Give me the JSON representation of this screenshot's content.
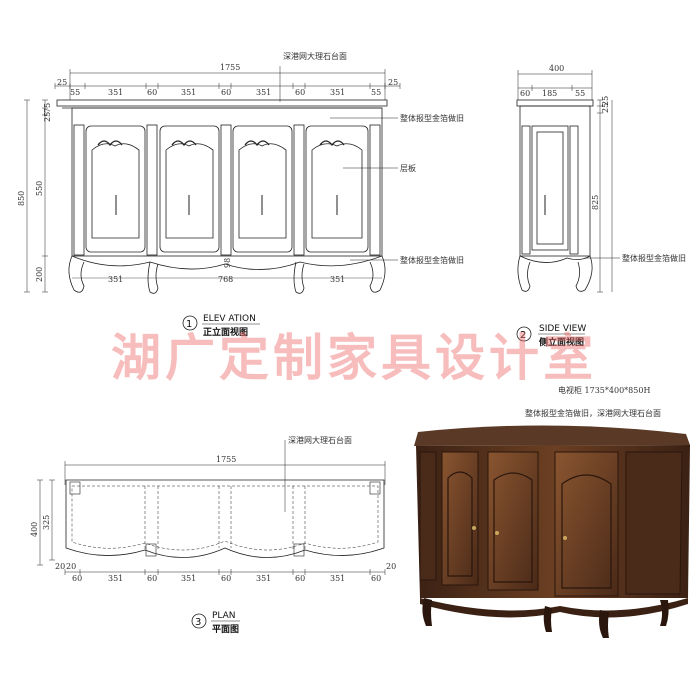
{
  "elevation": {
    "overall_width": "1755",
    "top_note": "深港网大理石台面",
    "top_dims": [
      "25",
      "55",
      "351",
      "60",
      "351",
      "60",
      "351",
      "60",
      "351",
      "55",
      "25"
    ],
    "left_dims": [
      "75",
      "25",
      "550",
      "200"
    ],
    "overall_height": "850",
    "right_notes": [
      "整体报型金箔做旧",
      "层板",
      "整体报型金箔做旧"
    ],
    "bottom_dims": [
      "351",
      "768",
      "351"
    ],
    "center_dim": "98",
    "view_number": "1",
    "view_name_en": "ELEV ATION",
    "view_name_cn": "正立面视图"
  },
  "side": {
    "overall_width": "400",
    "top_dims": [
      "60",
      "185",
      "55"
    ],
    "right_dims": [
      "25",
      "25",
      "825"
    ],
    "right_note": "整体报型金箔做旧",
    "view_number": "2",
    "view_name_en": "SIDE VIEW",
    "view_name_cn": "侧立面视图"
  },
  "notes": {
    "spec": "电视柜  1735*400*850H",
    "finish": "整体报型金箔做旧，深港网大理石台面"
  },
  "plan": {
    "overall_width": "1755",
    "top_note": "深港网大理石台面",
    "left_dims": [
      "400",
      "325",
      "20"
    ],
    "bottom_dims": [
      "20",
      "60",
      "351",
      "60",
      "351",
      "60",
      "351",
      "60",
      "351",
      "60",
      "20"
    ],
    "view_number": "3",
    "view_name_en": "PLAN",
    "view_name_cn": "平面图"
  },
  "watermark": "湖广定制家具设计室",
  "photo": {
    "wood_dark": "#3b2114",
    "wood_mid": "#6b3f22",
    "wood_light": "#8a5530",
    "top_color": "#5a3a26"
  }
}
